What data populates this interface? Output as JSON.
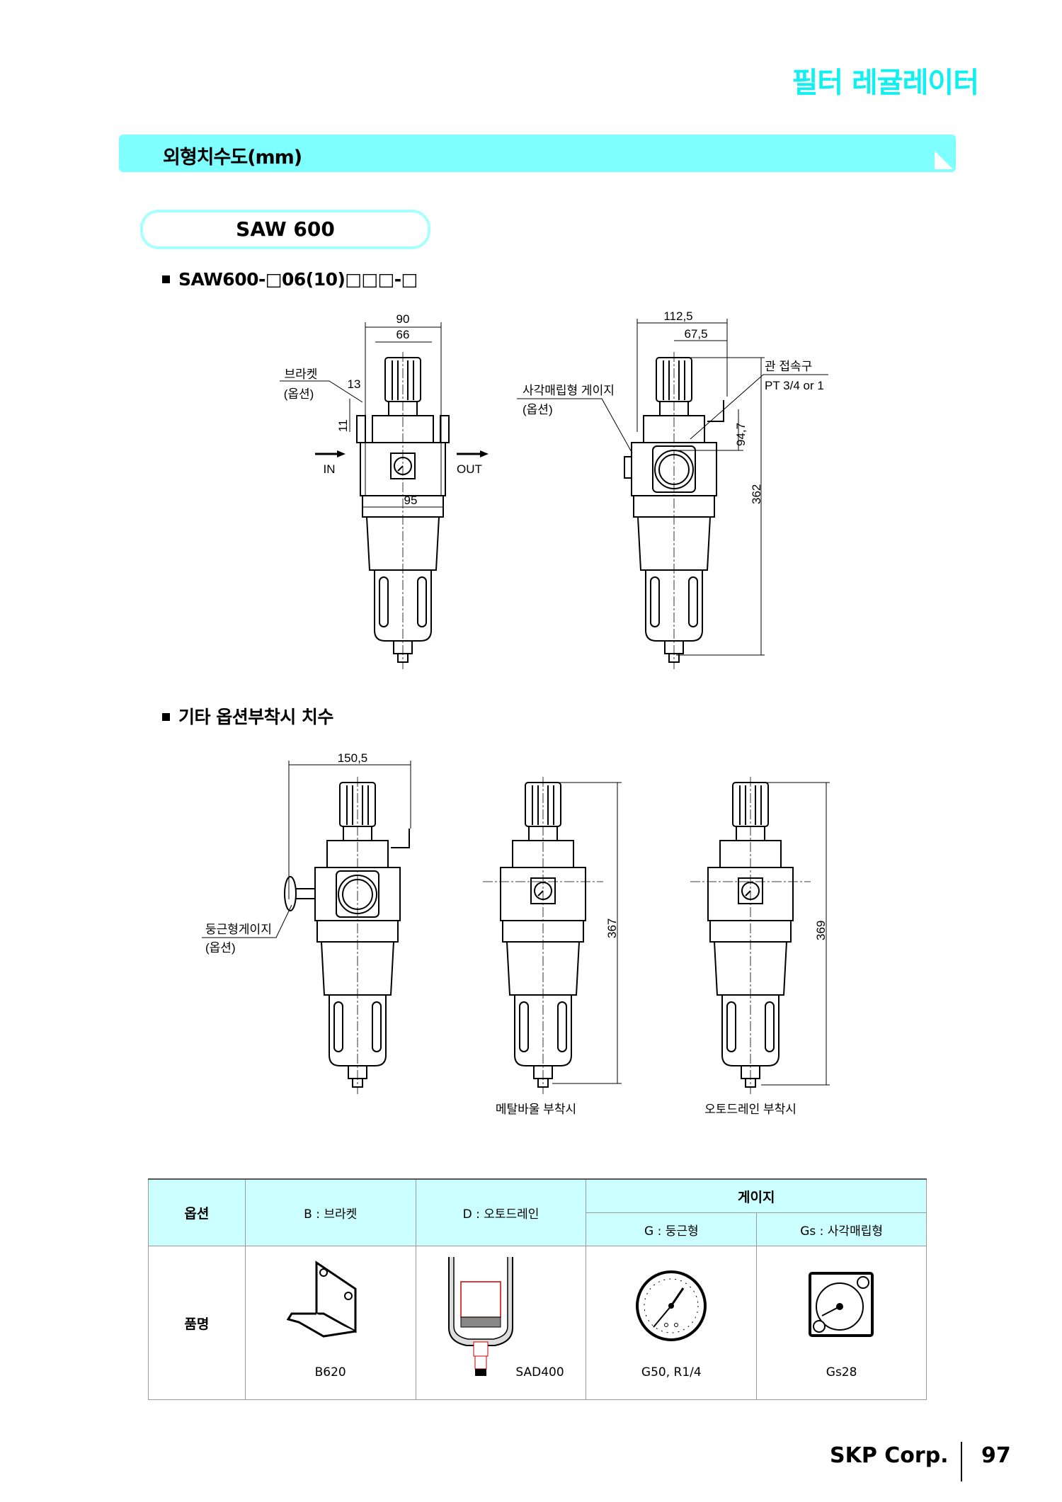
{
  "header": {
    "title": "필터 레귤레이터"
  },
  "section": {
    "title": "외형치수도(mm)"
  },
  "model": {
    "name": "SAW 600"
  },
  "drawing1": {
    "heading": "SAW600-□06(10)□□□-□",
    "front": {
      "dim_total_width": "90",
      "dim_knob_width": "66",
      "dim_13": "13",
      "dim_11": "11",
      "bracket_label": "브라켓",
      "bracket_note": "(옵션)",
      "in_label": "IN",
      "out_label": "OUT",
      "dim_body": "95"
    },
    "side": {
      "dim_total_width": "112,5",
      "dim_half": "67,5",
      "port_label": "관 접속구",
      "port_size": "PT 3/4 or 1",
      "gauge_label": "사각매립형 게이지",
      "gauge_note": "(옵션)",
      "dim_port_height": "94,7",
      "dim_height": "362"
    }
  },
  "drawing2": {
    "heading": "기타 옵션부착시 치수",
    "round_gauge": {
      "dim_width": "150,5",
      "label": "둥근형게이지",
      "note": "(옵션)"
    },
    "metal_bowl": {
      "dim_height": "367",
      "caption": "메탈바울 부착시"
    },
    "auto_drain": {
      "dim_height": "369",
      "caption": "오토드레인 부착시"
    }
  },
  "options_table": {
    "row_header_option": "옵션",
    "row_header_product": "품명",
    "col_bracket": "B : 브라켓",
    "col_autodrain": "D : 오토드레인",
    "col_gauge": "게이지",
    "col_gauge_round": "G : 둥근형",
    "col_gauge_square": "Gs : 사각매립형",
    "products": [
      "B620",
      "SAD400",
      "G50, R1/4",
      "Gs28"
    ]
  },
  "footer": {
    "company": "SKP Corp.",
    "page": "97"
  },
  "colors": {
    "accent": "#80ffff",
    "title": "#10f0f0",
    "table_header": "#ccffff"
  }
}
